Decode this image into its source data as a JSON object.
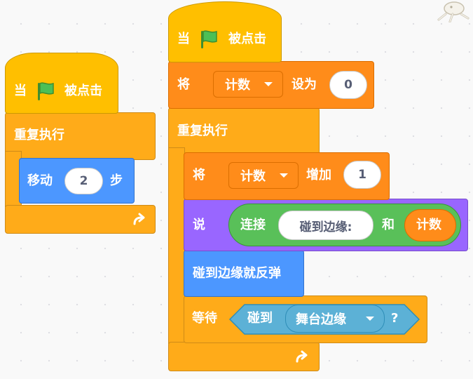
{
  "left_script": {
    "hat": {
      "prefix": "当",
      "suffix": "被点击",
      "icon": "green-flag-icon"
    },
    "forever": {
      "label": "重复执行",
      "icon": "loop-arrow-icon"
    },
    "move": {
      "label": "移动",
      "steps": "2",
      "unit": "步"
    }
  },
  "right_script": {
    "hat": {
      "prefix": "当",
      "suffix": "被点击",
      "icon": "green-flag-icon"
    },
    "set_var": {
      "prefix": "将",
      "variable": "计数",
      "mid": "设为",
      "value": "0"
    },
    "forever": {
      "label": "重复执行",
      "icon": "loop-arrow-icon"
    },
    "change_var": {
      "prefix": "将",
      "variable": "计数",
      "mid": "增加",
      "value": "1"
    },
    "say": {
      "label": "说",
      "join": {
        "label": "连接",
        "text": "碰到边缘:",
        "and": "和",
        "variable": "计数"
      }
    },
    "bounce": {
      "label": "碰到边缘就反弹"
    },
    "wait_until": {
      "label": "等待",
      "touching": {
        "label": "碰到",
        "object": "舞台边缘",
        "suffix": "?"
      }
    }
  },
  "colors": {
    "events": "#ffbf00",
    "control": "#ffab19",
    "variables": "#ff8c1a",
    "motion": "#4c97ff",
    "looks": "#9966ff",
    "operators": "#59c059",
    "sensing": "#5cb1d6"
  },
  "corner_sprite": {
    "icon": "sprite-cat-icon"
  }
}
